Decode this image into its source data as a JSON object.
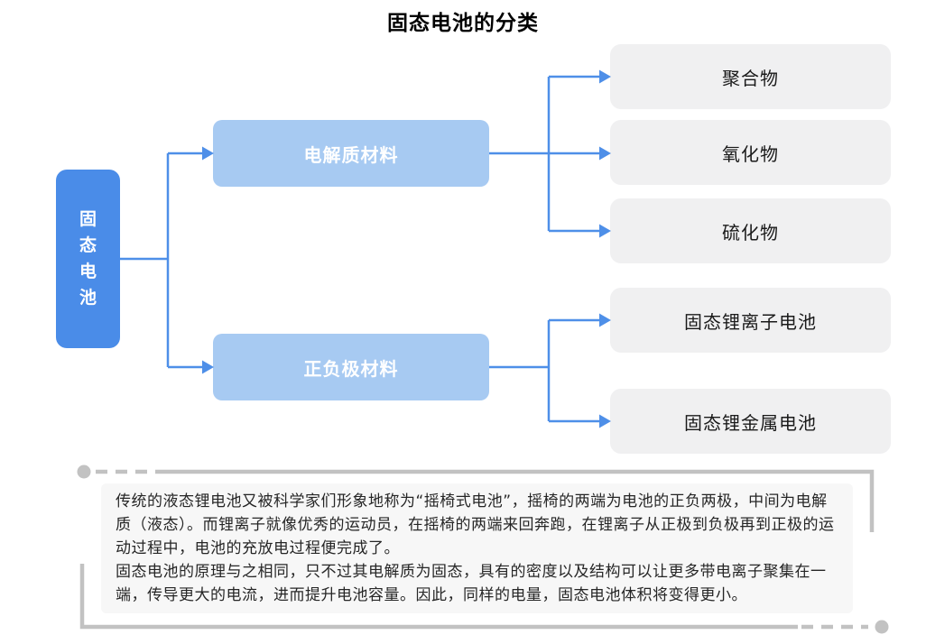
{
  "title": "固态电池的分类",
  "diagram": {
    "root": {
      "label": "固态电池",
      "chars": [
        "固",
        "态",
        "电",
        "池"
      ]
    },
    "branches": [
      {
        "label": "电解质材料",
        "children": [
          "聚合物",
          "氧化物",
          "硫化物"
        ]
      },
      {
        "label": "正负极材料",
        "children": [
          "固态锂离子电池",
          "固态锂金属电池"
        ]
      }
    ]
  },
  "note": {
    "paragraphs": [
      "传统的液态锂电池又被科学家们形象地称为“摇椅式电池”，摇椅的两端为电池的正负两极，中间为电解质（液态）。而锂离子就像优秀的运动员，在摇椅的两端来回奔跑，在锂离子从正极到负极再到正极的运动过程中，电池的充放电过程便完成了。",
      "固态电池的原理与之相同，只不过其电解质为固态，具有的密度以及结构可以让更多带电离子聚集在一端，传导更大的电流，进而提升电池容量。因此，同样的电量，固态电池体积将变得更小。"
    ]
  },
  "colors": {
    "root_fill": "#4a8ce8",
    "branch_fill": "#a7caf2",
    "leaf_fill": "#f0f0f1",
    "connector": "#4e8fe8",
    "decor": "#c2c2c2",
    "note_fill": "#f7f7f7",
    "note_text": "#262626"
  }
}
